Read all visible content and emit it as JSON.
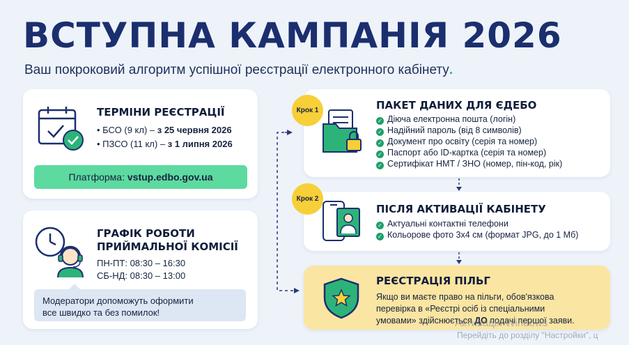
{
  "header": {
    "title": "ВСТУПНА КАМПАНІЯ 2026",
    "subtitle": "Ваш покроковий алгоритм успішної реєстрації електронного кабінету",
    "subtitle_dot": "."
  },
  "terms": {
    "title": "ТЕРМІНИ РЕЄСТРАЦІЇ",
    "items": [
      {
        "prefix": "• БСО (9 кл) – ",
        "bold": "з 25 червня 2026"
      },
      {
        "prefix": "• ПЗСО (11 кл) – ",
        "bold": "з 1 липня 2026"
      }
    ],
    "platform_label": "Платформа: ",
    "platform_url": "vstup.edbo.gov.ua",
    "icon": "calendar-check-icon"
  },
  "schedule": {
    "title_line1": "ГРАФІК РОБОТИ",
    "title_line2": "ПРИЙМАЛЬНОЇ КОМІСІЇ",
    "lines": [
      "ПН-ПТ: 08:30 – 16:30",
      "СБ-НД: 08:30 – 13:00"
    ],
    "note_line1": "Модератори допоможуть оформити",
    "note_line2": "все швидко та без помилок!",
    "icons": [
      "clock-icon",
      "operator-headset-icon"
    ]
  },
  "step1": {
    "badge": "Крок 1",
    "title": "ПАКЕТ ДАНИХ ДЛЯ ЄДЕБО",
    "items": [
      "Діюча електронна пошта (логін)",
      "Надійний пароль (від 8 символів)",
      "Документ про освіту (серія та номер)",
      "Паспорт або ID-картка (серія та номер)",
      "Сертифікат НМТ / ЗНО (номер, пін-код, рік)"
    ],
    "icon": "folder-lock-icon"
  },
  "step2": {
    "badge": "Крок 2",
    "title": "ПІСЛЯ АКТИВАЦІЇ КАБІНЕТУ",
    "items": [
      "Актуальні контактні телефони",
      "Кольорове фото 3х4 см (формат JPG, до 1 Мб)"
    ],
    "icon": "phone-photo-icon"
  },
  "privileges": {
    "title": "РЕЄСТРАЦІЯ ПІЛЬГ",
    "line1": "Якщо ви маєте право на пільги, обов'язкова",
    "line2": "перевірка в «Реєстрі осіб із спеціальними",
    "line3_a": "умовами» здійснюється ",
    "line3_bold": "ДО",
    "line3_b": " подачі першої заяви.",
    "icon": "shield-star-icon"
  },
  "watermark": {
    "line1": "Активація Windows",
    "line2": "Перейдіть до розділу \"Настройки\", ц"
  },
  "colors": {
    "title": "#1b2f6e",
    "accent_green": "#5ddaa0",
    "check_green": "#1fa06a",
    "step_yellow": "#f7cf38",
    "privilege_bg": "#fbe5a2",
    "background": "#eef3fa"
  }
}
